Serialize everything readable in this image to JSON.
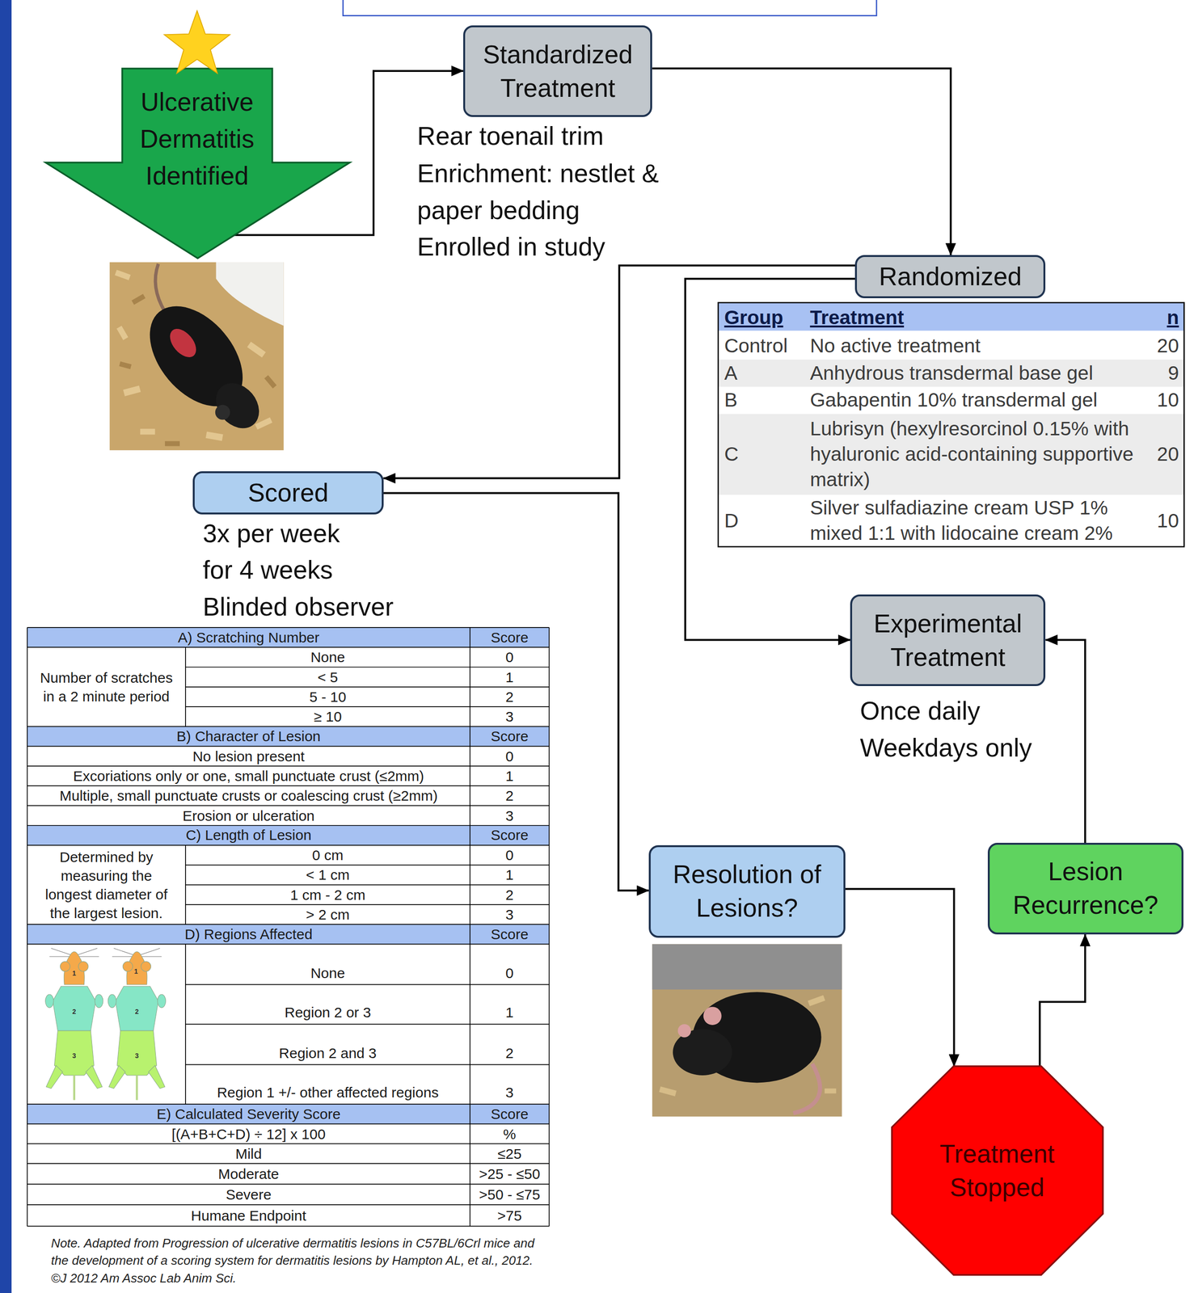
{
  "diagram": {
    "nodes": [
      {
        "text": [
          "Ulcerative Dermatitis Identified"
        ]
      },
      {
        "text": [
          "Standardized Treatment"
        ]
      },
      {
        "text": [
          "Randomized"
        ]
      },
      {
        "text": [
          "Scored"
        ]
      },
      {
        "text": [
          "Experimental Treatment"
        ]
      },
      {
        "text": [
          "Resolution of Lesions?"
        ]
      },
      {
        "text": [
          "Lesion Recurrence?"
        ]
      },
      {
        "text": [
          "Treatment Stopped"
        ]
      }
    ],
    "edges": [
      {
        "from": 0,
        "to": 1,
        "arrow": "to"
      },
      {
        "from": 1,
        "to": 2,
        "arrow": "to"
      },
      {
        "from": 2,
        "to": 3,
        "arrow": "to"
      },
      {
        "from": 2,
        "to": 4,
        "arrow": "to"
      },
      {
        "from": 3,
        "to": 5,
        "arrow": "to"
      },
      {
        "from": 5,
        "to": 7,
        "arrow": "to"
      },
      {
        "from": 7,
        "to": 6,
        "arrow": "to"
      },
      {
        "from": 6,
        "to": 4,
        "arrow": "to"
      }
    ],
    "labels": [
      "Rear toenail trim",
      "Enrichment: nestlet & paper bedding",
      "Enrolled in study",
      "Group",
      "Treatment",
      "n",
      "Control",
      "No active treatment",
      "20",
      "A",
      "Anhydrous transdermal base gel",
      "9",
      "B",
      "Gabapentin 10% transdermal gel",
      "10",
      "C",
      "Lubrisyn (hexylresorcinol 0.15% with hyaluronic acid-containing supportive matrix)",
      "20",
      "D",
      "Silver sulfadiazine cream USP 1% mixed 1:1 with lidocaine cream 2%",
      "10",
      "3x per week",
      "for 4 weeks",
      "Blinded observer",
      "Once daily",
      "Weekdays only",
      "A) Scratching Number",
      "Score",
      "Number of scratches in a 2 minute period",
      "None",
      "0",
      "< 5",
      "1",
      "5 - 10",
      "2",
      "≥ 10",
      "3",
      "B) Character of Lesion",
      "Score",
      "No lesion present",
      "0",
      "Excoriations only or one, small punctuate crust (≤2mm)",
      "1",
      "Multiple, small punctuate crusts or coalescing crust (≥2mm)",
      "2",
      "Erosion or ulceration",
      "3",
      "C) Length of Lesion",
      "Score",
      "Determined by measuring the longest diameter of the largest lesion.",
      "0 cm",
      "0",
      "< 1 cm",
      "1",
      "1 cm - 2 cm",
      "2",
      "> 2 cm",
      "3",
      "D) Regions Affected",
      "Score",
      "None",
      "0",
      "Region 2 or 3",
      "1",
      "Region 2 and 3",
      "2",
      "Region 1 +/- other affected regions",
      "3",
      "1",
      "2",
      "3",
      "1",
      "2",
      "3",
      "E) Calculated Severity Score",
      "Score",
      "[(A+B+C+D) ÷ 12] x 100",
      "%",
      "Mild",
      "≤25",
      "Moderate",
      ">25 - ≤50",
      "Severe",
      ">50 - ≤75",
      "Humane Endpoint",
      ">75",
      "Note. Adapted from Progression of ulcerative dermatitis lesions in C57BL/6Crl mice and the development of a scoring system for dermatitis lesions by Hampton AL, et al., 2012. ©J 2012 Am Assoc Lab Anim Sci."
    ]
  }
}
